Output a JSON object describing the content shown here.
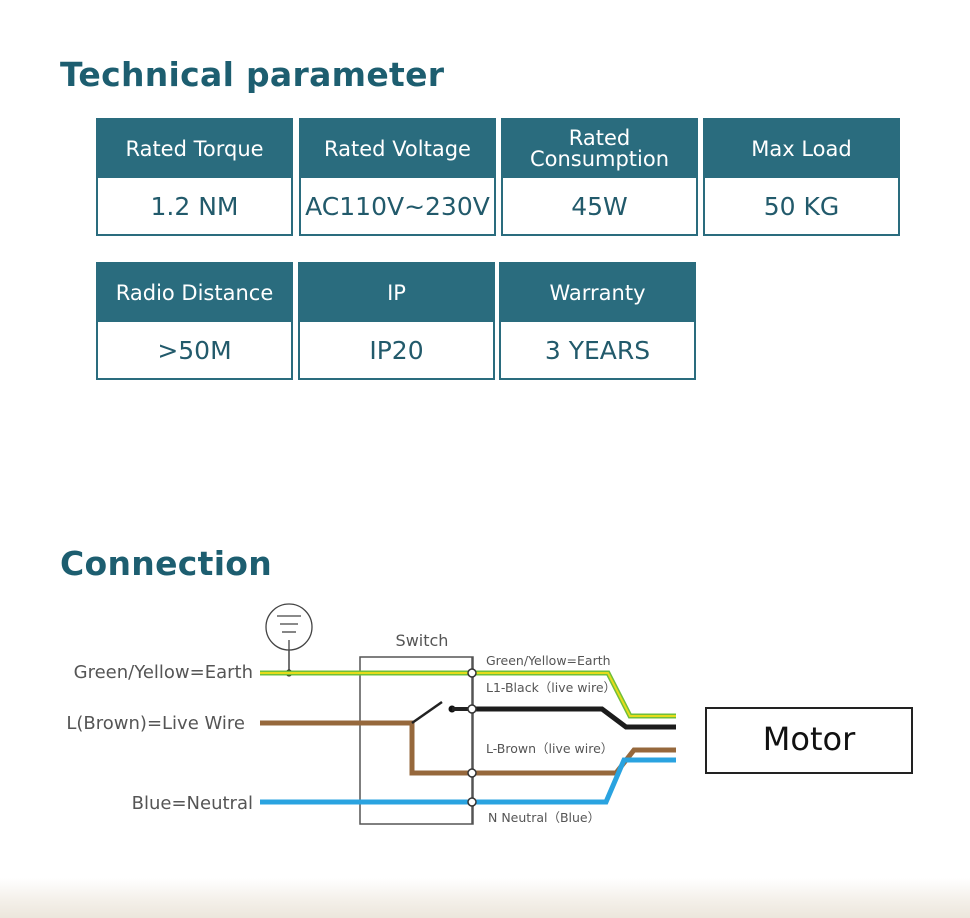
{
  "sections": {
    "technical": "Technical parameter",
    "connection": "Connection"
  },
  "params": [
    {
      "label": "Rated Torque",
      "value": "1.2 NM"
    },
    {
      "label": "Rated Voltage",
      "value": "AC110V~230V"
    },
    {
      "label": "Rated Consumption",
      "value": "45W"
    },
    {
      "label": "Max Load",
      "value": "50 KG"
    },
    {
      "label": "Radio Distance",
      "value": ">50M"
    },
    {
      "label": "IP",
      "value": "IP20"
    },
    {
      "label": "Warranty",
      "value": "3 YEARS"
    }
  ],
  "diagram": {
    "input_labels": {
      "earth": "Green/Yellow=Earth",
      "live": "L(Brown)=Live Wire",
      "neutral": "Blue=Neutral"
    },
    "switch_label": "Switch",
    "output_labels": {
      "earth": "Green/Yellow=Earth",
      "black": "L1-Black（live wire）",
      "brown": "L-Brown（live wire）",
      "neutral": "N Neutral（Blue）"
    },
    "motor_label": "Motor",
    "colors": {
      "green": "#6fbf3a",
      "yellow": "#e6dc1a",
      "brown": "#96683c",
      "blue": "#2aa3e0",
      "black": "#1c1c1c",
      "accent": "#2a6c7e"
    }
  }
}
